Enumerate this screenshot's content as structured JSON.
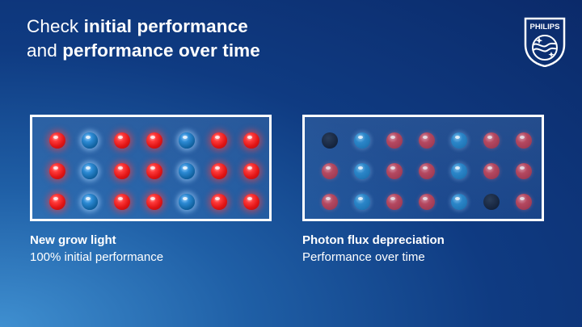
{
  "title": {
    "line1_prefix": "Check ",
    "line1_bold": "initial performance",
    "line2_prefix": "and ",
    "line2_bold": "performance over time"
  },
  "logo": {
    "text": "PHILIPS"
  },
  "panels": [
    {
      "heading": "New grow light",
      "subheading": "100% initial performance",
      "grid": [
        [
          "red",
          "blue",
          "red",
          "red",
          "blue",
          "red",
          "red"
        ],
        [
          "red",
          "blue",
          "red",
          "red",
          "blue",
          "red",
          "red"
        ],
        [
          "red",
          "blue",
          "red",
          "red",
          "blue",
          "red",
          "red"
        ]
      ]
    },
    {
      "heading": "Photon flux depreciation",
      "subheading": "Performance over time",
      "grid": [
        [
          "dead",
          "dimblue",
          "dimred",
          "dimred",
          "dimblue",
          "dimred",
          "dimred"
        ],
        [
          "dimred",
          "dimblue",
          "dimred",
          "dimred",
          "dimblue",
          "dimred",
          "dimred"
        ],
        [
          "dimred",
          "dimblue",
          "dimred",
          "dimred",
          "dimblue",
          "dead",
          "dimred"
        ]
      ]
    }
  ],
  "colors": {
    "background": "#0f3b82",
    "led_red": "#e01414",
    "led_blue": "#10619f",
    "led_off": "#14233c"
  }
}
